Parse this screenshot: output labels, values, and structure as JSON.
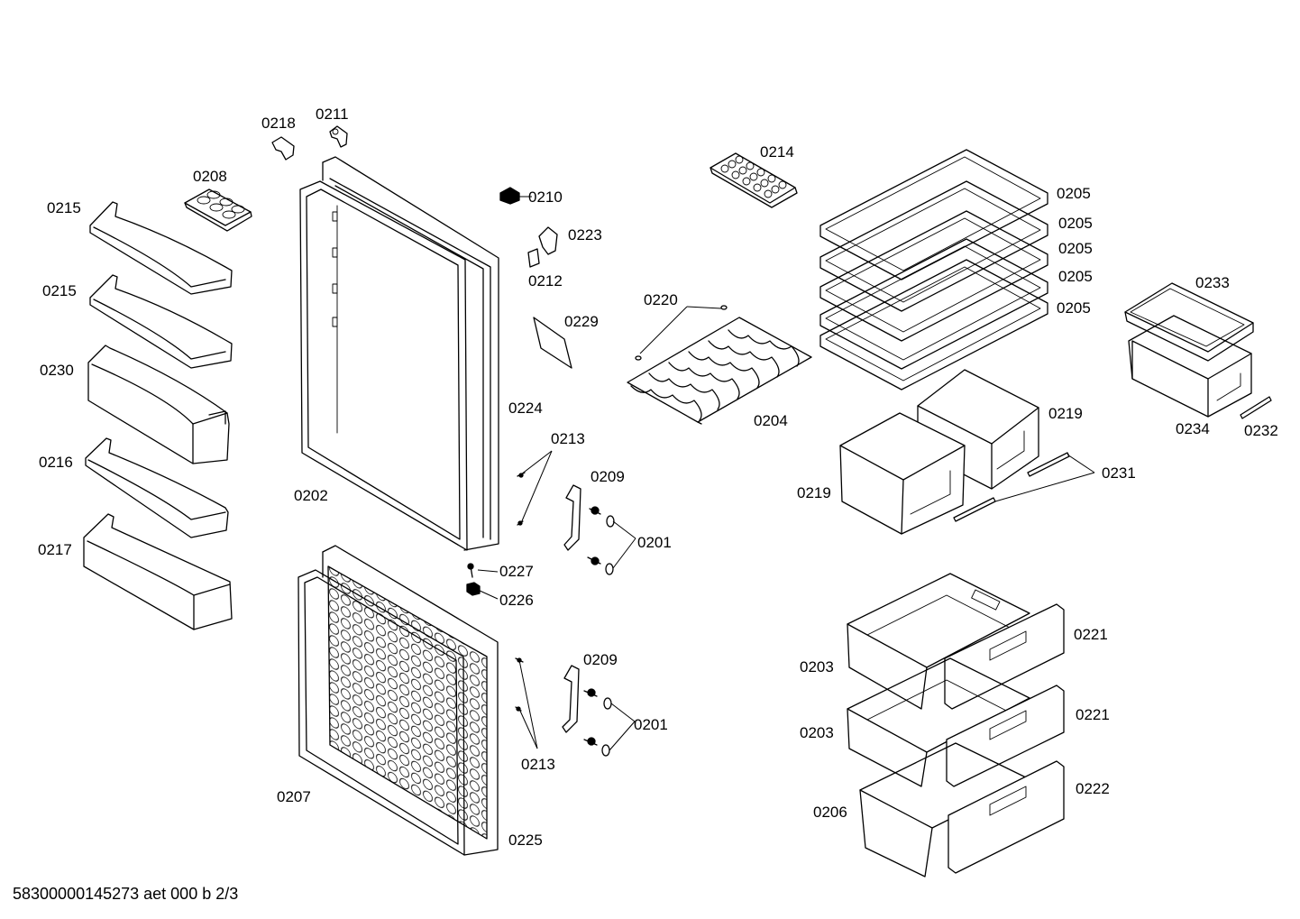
{
  "footer_code": "58300000145273 aet 000 b 2/3",
  "callouts": {
    "c0218": "0218",
    "c0211": "0211",
    "c0208": "0208",
    "c0215a": "0215",
    "c0215b": "0215",
    "c0230": "0230",
    "c0216": "0216",
    "c0217": "0217",
    "c0210": "0210",
    "c0223": "0223",
    "c0212": "0212",
    "c0229": "0229",
    "c0224": "0224",
    "c0202": "0202",
    "c0213a": "0213",
    "c0209a": "0209",
    "c0201a": "0201",
    "c0227": "0227",
    "c0226": "0226",
    "c0209b": "0209",
    "c0201b": "0201",
    "c0213b": "0213",
    "c0207": "0207",
    "c0225": "0225",
    "c0214": "0214",
    "c0220": "0220",
    "c0204": "0204",
    "c0205a": "0205",
    "c0205b": "0205",
    "c0205c": "0205",
    "c0205d": "0205",
    "c0205e": "0205",
    "c0233": "0233",
    "c0234": "0234",
    "c0232": "0232",
    "c0219a": "0219",
    "c0219b": "0219",
    "c0231": "0231",
    "c0221a": "0221",
    "c0203a": "0203",
    "c0221b": "0221",
    "c0203b": "0203",
    "c0206": "0206",
    "c0222": "0222"
  }
}
